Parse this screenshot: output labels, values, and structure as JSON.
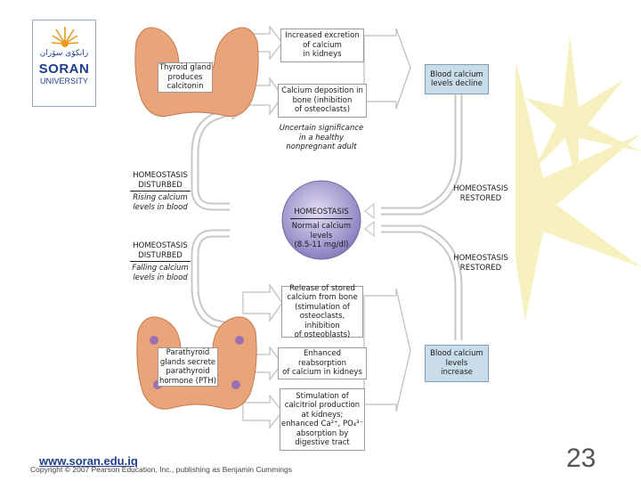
{
  "logo": {
    "arabic_name": "زانكۆی سۆران",
    "name_line1": "SORAN",
    "name_line2": "UNIVERSITY"
  },
  "diagram": {
    "top": {
      "kidney_excretion": "Increased excretion\nof calcium\nin kidneys",
      "thyroid_label": "Thyroid gland\nproduces\ncalcitonin",
      "bone_deposition": "Calcium deposition in\nbone (inhibition\nof osteoclasts)",
      "blood_decline": "Blood calcium\nlevels decline",
      "uncertain": "Uncertain significance\nin a healthy\nnonpregnant adult"
    },
    "middle": {
      "disturbed_top_title": "HOMEOSTASIS\nDISTURBED",
      "disturbed_top_sub": "Rising calcium\nlevels in blood",
      "restored_top": "HOMEOSTASIS\nRESTORED",
      "center_title": "HOMEOSTASIS",
      "center_sub": "Normal calcium\nlevels\n(8.5-11 mg/dl)",
      "disturbed_bottom_title": "HOMEOSTASIS\nDISTURBED",
      "disturbed_bottom_sub": "Falling calcium\nlevels in blood",
      "restored_bottom": "HOMEOSTASIS\nRESTORED"
    },
    "bottom": {
      "bone_release": "Release of stored\ncalcium from bone\n(stimulation of\nosteoclasts, inhibition\nof osteoblasts)",
      "parathyroid_label": "Parathyroid\nglands secrete\nparathyroid\nhormone (PTH)",
      "reabsorption": "Enhanced\nreabsorption\nof calcium in kidneys",
      "blood_increase": "Blood calcium\nlevels\nincrease",
      "calcitriol": "Stimulation of\ncalcitriol production\nat kidneys;\nenhanced Ca²⁺, PO₄³⁻\nabsorption by\ndigestive tract"
    }
  },
  "footer": {
    "url": "www.soran.edu.iq",
    "copyright": "Copyright © 2007 Pearson Education, Inc., publishing as Benjamin Cummings",
    "page_number": "23"
  },
  "colors": {
    "brand_blue": "#1e3f8c",
    "brand_orange": "#e89a1c",
    "kidney_box": "#ffffff",
    "blood_box": "#c9dcea",
    "homeostasis_circle": "#8a7fbf",
    "thyroid_tissue": "#e9a47a",
    "background_star": "#f6efb8"
  }
}
